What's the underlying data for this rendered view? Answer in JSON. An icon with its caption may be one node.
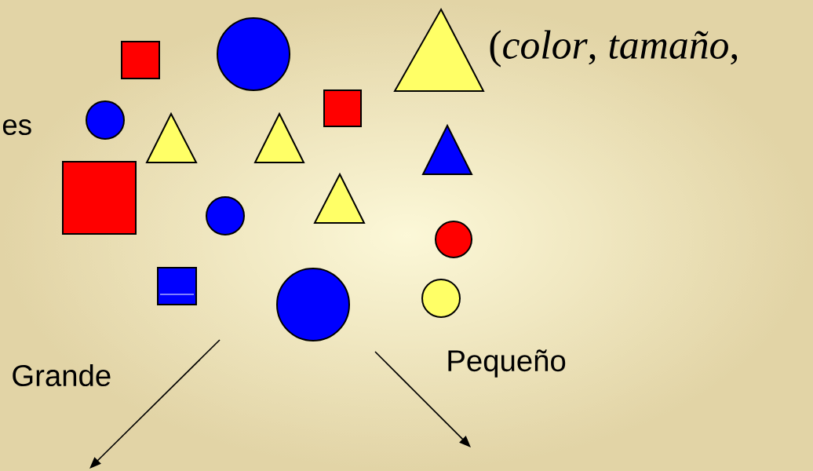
{
  "diagram": {
    "labels": [
      "es",
      "(*color*, *tamaño*,",
      "Grande",
      "Pequeño"
    ]
  }
}
